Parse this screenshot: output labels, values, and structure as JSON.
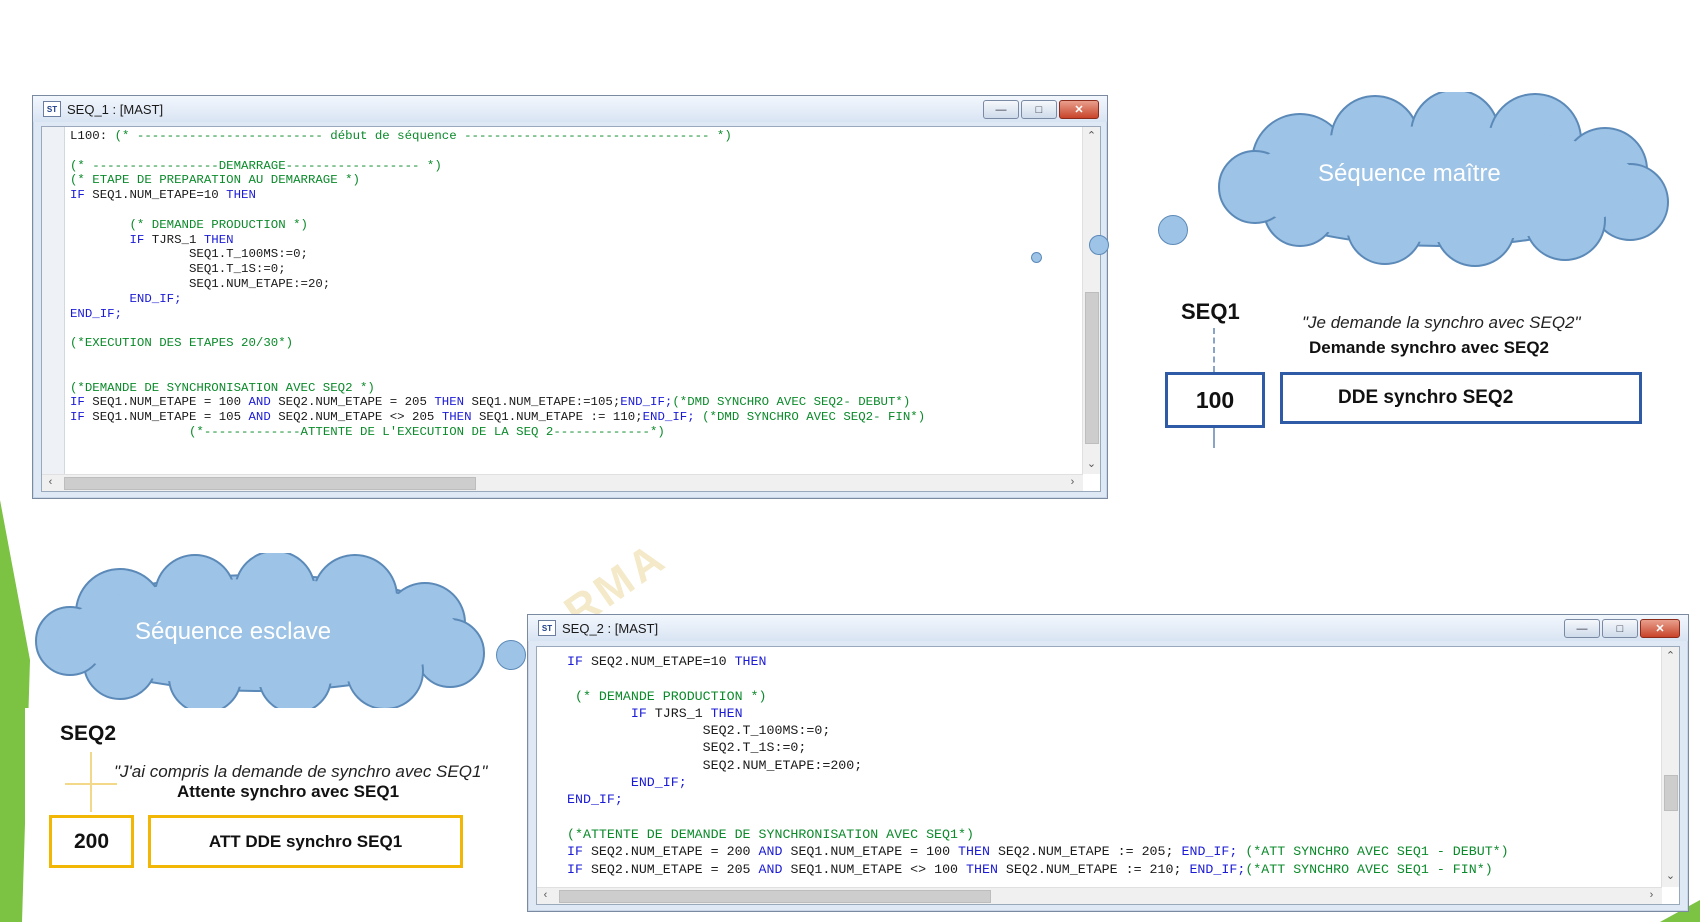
{
  "window1": {
    "title": "SEQ_1 : [MAST]",
    "icon_text": "ST",
    "lines": [
      [
        [
          "L100: ",
          "t"
        ],
        [
          "(* ------------------------- début de séquence --------------------------------- *)",
          "cm"
        ]
      ],
      [],
      [
        [
          "(* -----------------DEMARRAGE------------------ *)",
          "cm"
        ]
      ],
      [
        [
          "(* ETAPE DE PREPARATION AU DEMARRAGE *)",
          "cm"
        ]
      ],
      [
        [
          "IF",
          "kw"
        ],
        [
          " SEQ1.NUM_ETAPE=10 ",
          "t"
        ],
        [
          "THEN",
          "kw"
        ]
      ],
      [],
      [
        [
          "        ",
          "t"
        ],
        [
          "(* DEMANDE PRODUCTION *)",
          "cm"
        ]
      ],
      [
        [
          "        ",
          "t"
        ],
        [
          "IF",
          "kw"
        ],
        [
          " TJRS_1 ",
          "t"
        ],
        [
          "THEN",
          "kw"
        ]
      ],
      [
        [
          "                SEQ1.T_100MS:=0;",
          "t"
        ]
      ],
      [
        [
          "                SEQ1.T_1S:=0;",
          "t"
        ]
      ],
      [
        [
          "                SEQ1.NUM_ETAPE:=20;",
          "t"
        ]
      ],
      [
        [
          "        ",
          "t"
        ],
        [
          "END_IF;",
          "kw"
        ]
      ],
      [
        [
          "END_IF;",
          "kw"
        ]
      ],
      [],
      [
        [
          "(*EXECUTION DES ETAPES 20/30*)",
          "cm"
        ]
      ],
      [],
      [],
      [
        [
          "(*DEMANDE DE SYNCHRONISATION AVEC SEQ2 *)",
          "cm"
        ]
      ],
      [
        [
          "IF",
          "kw"
        ],
        [
          " SEQ1.NUM_ETAPE = 100 ",
          "t"
        ],
        [
          "AND",
          "kw"
        ],
        [
          " SEQ2.NUM_ETAPE = 205 ",
          "t"
        ],
        [
          "THEN",
          "kw"
        ],
        [
          " SEQ1.NUM_ETAPE:=105;",
          "t"
        ],
        [
          "END_IF;",
          "kw"
        ],
        [
          "(*DMD SYNCHRO AVEC SEQ2- DEBUT*)",
          "cm"
        ]
      ],
      [
        [
          "IF",
          "kw"
        ],
        [
          " SEQ1.NUM_ETAPE = 105 ",
          "t"
        ],
        [
          "AND",
          "kw"
        ],
        [
          " SEQ2.NUM_ETAPE <> 205 ",
          "t"
        ],
        [
          "THEN",
          "kw"
        ],
        [
          " SEQ1.NUM_ETAPE := 110;",
          "t"
        ],
        [
          "END_IF;",
          "kw"
        ],
        [
          " (*DMD SYNCHRO AVEC SEQ2- FIN*)",
          "cm"
        ]
      ],
      [
        [
          "                ",
          "t"
        ],
        [
          "(*-------------ATTENTE DE L'EXECUTION DE LA SEQ 2-------------*)",
          "cm"
        ]
      ]
    ]
  },
  "window2": {
    "title": "SEQ_2 : [MAST]",
    "icon_text": "ST",
    "lines": [
      [
        [
          "IF",
          "kw"
        ],
        [
          " SEQ2.NUM_ETAPE=10 ",
          "t"
        ],
        [
          "THEN",
          "kw"
        ]
      ],
      [],
      [
        [
          " ",
          "t"
        ],
        [
          "(* DEMANDE PRODUCTION *)",
          "cm"
        ]
      ],
      [
        [
          "        ",
          "t"
        ],
        [
          "IF",
          "kw"
        ],
        [
          " TJRS_1 ",
          "t"
        ],
        [
          "THEN",
          "kw"
        ]
      ],
      [
        [
          "                 SEQ2.T_100MS:=0;",
          "t"
        ]
      ],
      [
        [
          "                 SEQ2.T_1S:=0;",
          "t"
        ]
      ],
      [
        [
          "                 SEQ2.NUM_ETAPE:=200;",
          "t"
        ]
      ],
      [
        [
          "        ",
          "t"
        ],
        [
          "END_IF;",
          "kw"
        ]
      ],
      [
        [
          "END_IF;",
          "kw"
        ]
      ],
      [],
      [
        [
          "(*ATTENTE DE DEMANDE DE SYNCHRONISATION AVEC SEQ1*)",
          "cm"
        ]
      ],
      [
        [
          "IF",
          "kw"
        ],
        [
          " SEQ2.NUM_ETAPE = 200 ",
          "t"
        ],
        [
          "AND",
          "kw"
        ],
        [
          " SEQ1.NUM_ETAPE = 100 ",
          "t"
        ],
        [
          "THEN",
          "kw"
        ],
        [
          " SEQ2.NUM_ETAPE := 205; ",
          "t"
        ],
        [
          "END_IF;",
          "kw"
        ],
        [
          " (*ATT SYNCHRO AVEC SEQ1 - DEBUT*)",
          "cm"
        ]
      ],
      [
        [
          "IF",
          "kw"
        ],
        [
          " SEQ2.NUM_ETAPE = 205 ",
          "t"
        ],
        [
          "AND",
          "kw"
        ],
        [
          " SEQ1.NUM_ETAPE <> 100 ",
          "t"
        ],
        [
          "THEN",
          "kw"
        ],
        [
          " SEQ2.NUM_ETAPE := 210; ",
          "t"
        ],
        [
          "END_IF;",
          "kw"
        ],
        [
          "(*ATT SYNCHRO AVEC SEQ1 - FIN*)",
          "cm"
        ]
      ]
    ]
  },
  "cloud_master": {
    "text": "Séquence maître"
  },
  "cloud_slave": {
    "text": "Séquence esclave"
  },
  "seq1": {
    "label": "SEQ1",
    "quote": "\"Je demande la synchro avec SEQ2\"",
    "caption": "Demande synchro avec SEQ2",
    "step": "100",
    "action": "DDE synchro SEQ2"
  },
  "seq2": {
    "label": "SEQ2",
    "quote": "\"J'ai compris la demande de synchro avec SEQ1\"",
    "caption": "Attente synchro avec SEQ1",
    "step": "200",
    "action": "ATT DDE synchro SEQ1"
  },
  "colors": {
    "keyword": "#1b1bd6",
    "comment": "#0b8a2a",
    "cloud": "#9dc3e6",
    "seq1_box": "#2e5aa6",
    "seq2_box": "#f2b705",
    "accent_green": "#7cc243"
  }
}
